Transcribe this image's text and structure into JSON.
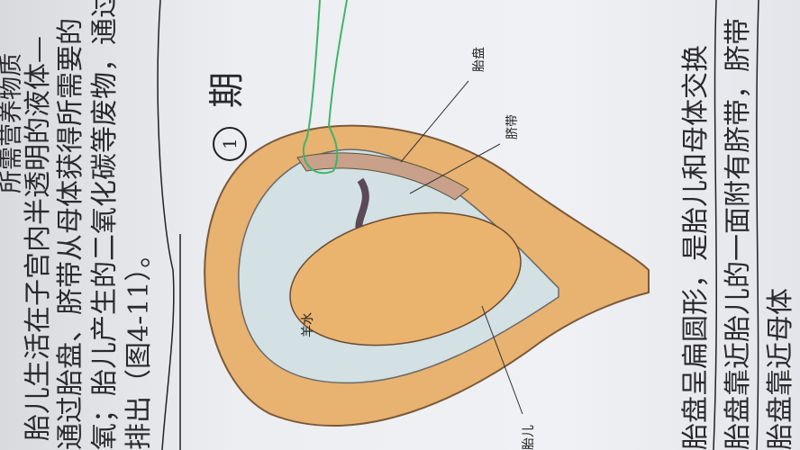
{
  "left_text": [
    "所需营养物质",
    "胎儿生活在子宫内半透明的液体—",
    "通过胎盘、脐带从母体获得所需要的",
    "氧；胎儿产生的二氧化碳等废物，通过",
    "排出（图4-11）。"
  ],
  "right_text": [
    "胎盘呈扁圆形，是胎儿和母体交换",
    "胎盘靠近胎儿的一面附有脐带，脐带",
    "胎盘靠近母体"
  ],
  "annotation": {
    "circled_number": "1",
    "heading": "期"
  },
  "labels": {
    "placenta": "胎盘",
    "umbilical_cord": "脐带",
    "amniotic_fluid": "羊水",
    "fetus": "胎儿"
  },
  "colors": {
    "uterus": "#e8b271",
    "fetus": "#eab46e",
    "amniotic": "#d3e0e4",
    "marker_green": "#3fb56a"
  }
}
